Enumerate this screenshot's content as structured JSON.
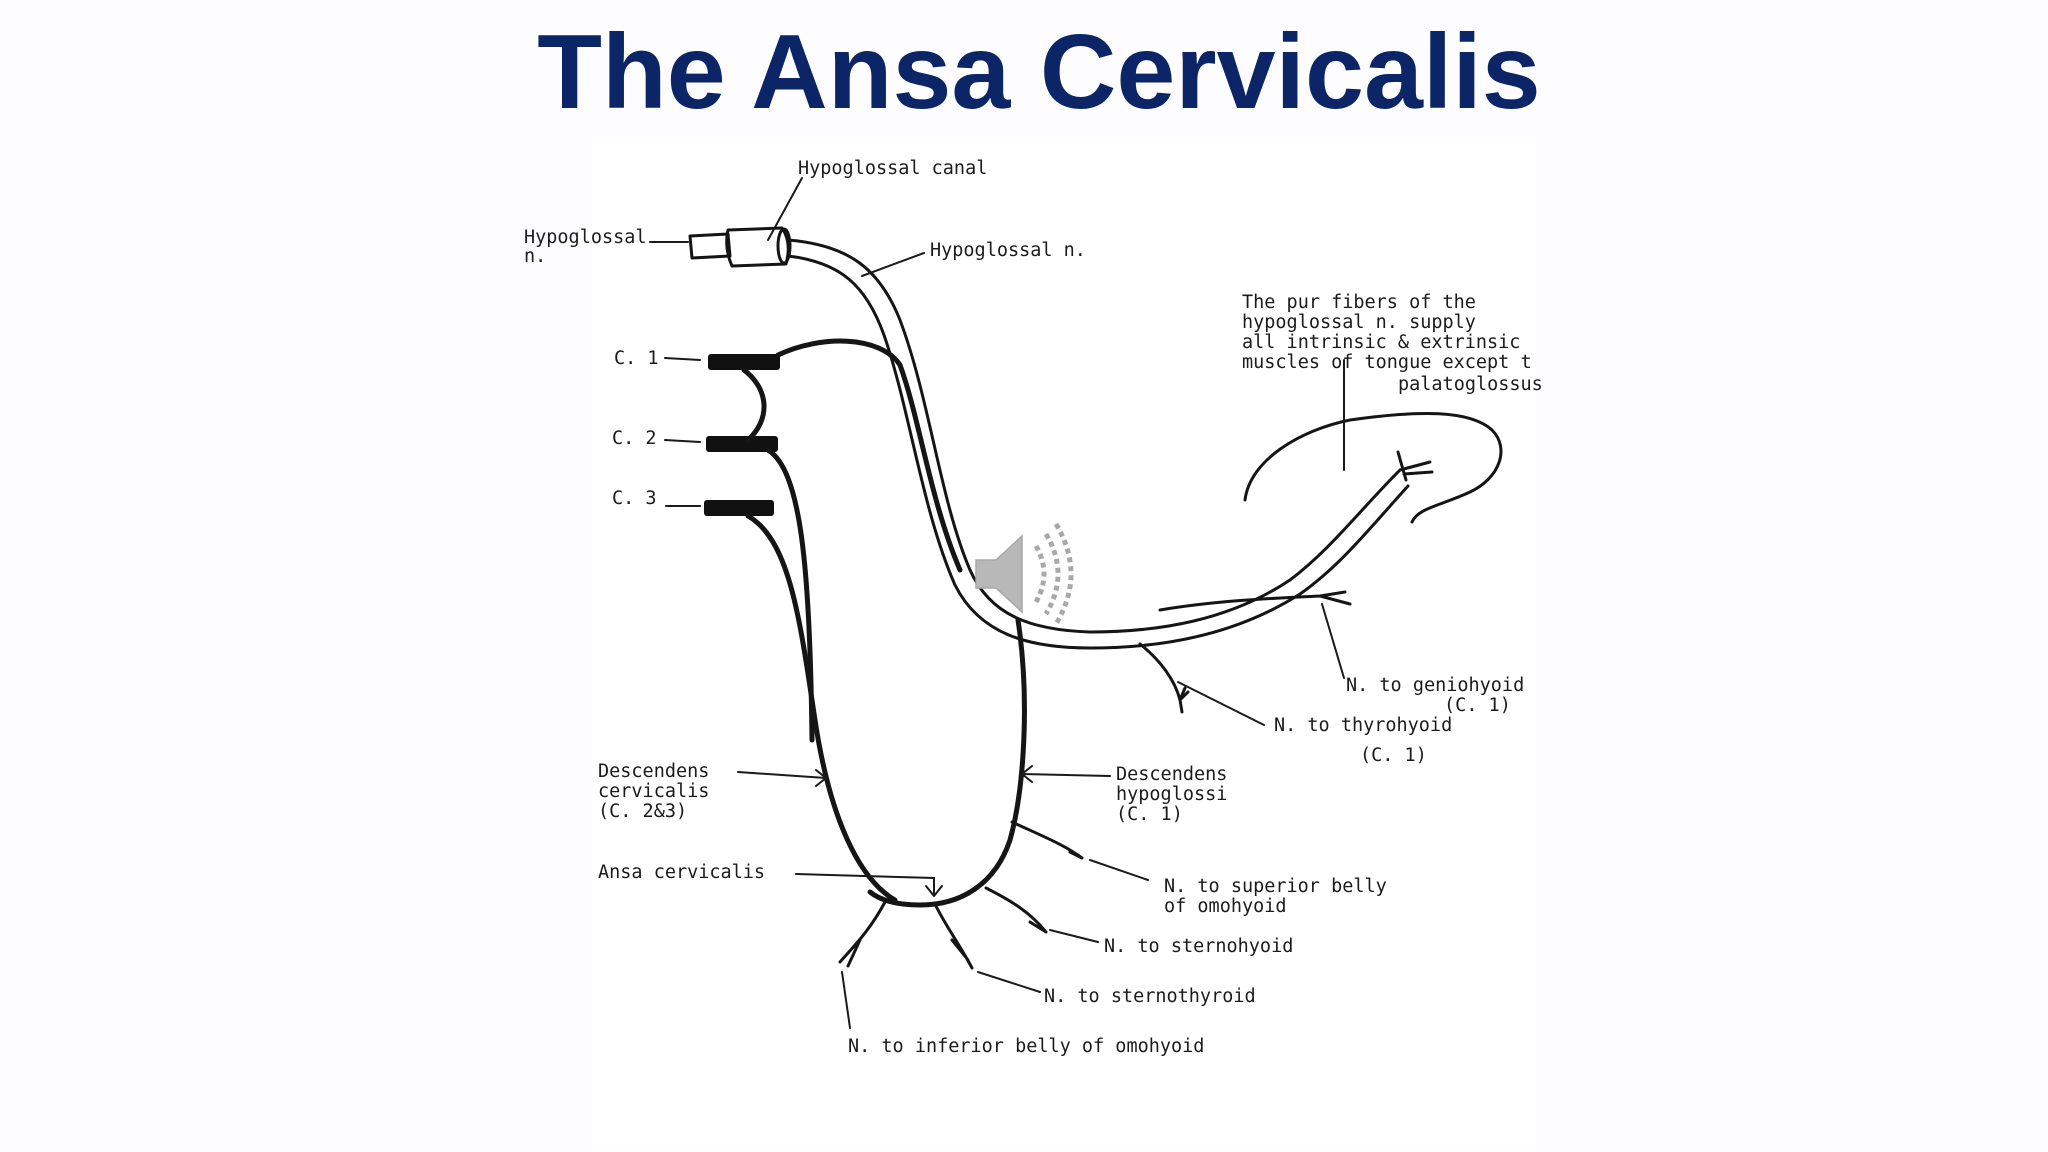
{
  "slide": {
    "title": "The Ansa Cervicalis"
  },
  "diagram": {
    "labels": {
      "hypoglossal_canal": "Hypoglossal canal",
      "hypoglossal_n_left_1": "Hypoglossal",
      "hypoglossal_n_left_2": "n.",
      "hypoglossal_n": "Hypoglossal n.",
      "note_1": "The pur fibers of the",
      "note_2": "hypoglossal n. supply",
      "note_3": "all intrinsic & extrinsic",
      "note_4": "muscles of tongue except t",
      "note_5": "palatoglossus",
      "c1": "C. 1",
      "c2": "C. 2",
      "c3": "C. 3",
      "geniohyoid_1": "N. to geniohyoid",
      "geniohyoid_2": "(C. 1)",
      "thyrohyoid_1": "N. to thyrohyoid",
      "thyrohyoid_2": "(C. 1)",
      "desc_cerv_1": "Descendens",
      "desc_cerv_2": "cervicalis",
      "desc_cerv_3": "(C. 2&3)",
      "desc_hypo_1": "Descendens",
      "desc_hypo_2": "hypoglossi",
      "desc_hypo_3": "(C. 1)",
      "ansa": "Ansa cervicalis",
      "sup_omo_1": "N. to superior belly",
      "sup_omo_2": "of omohyoid",
      "sternohyoid": "N. to sternohyoid",
      "sternothyroid": "N. to sternothyroid",
      "inf_omo": "N. to inferior belly of omohyoid"
    }
  },
  "overlay": {
    "icon": "speaker-icon",
    "color": "#b8b8b8"
  },
  "colors": {
    "title": "#0b2566",
    "ink": "#151515"
  }
}
